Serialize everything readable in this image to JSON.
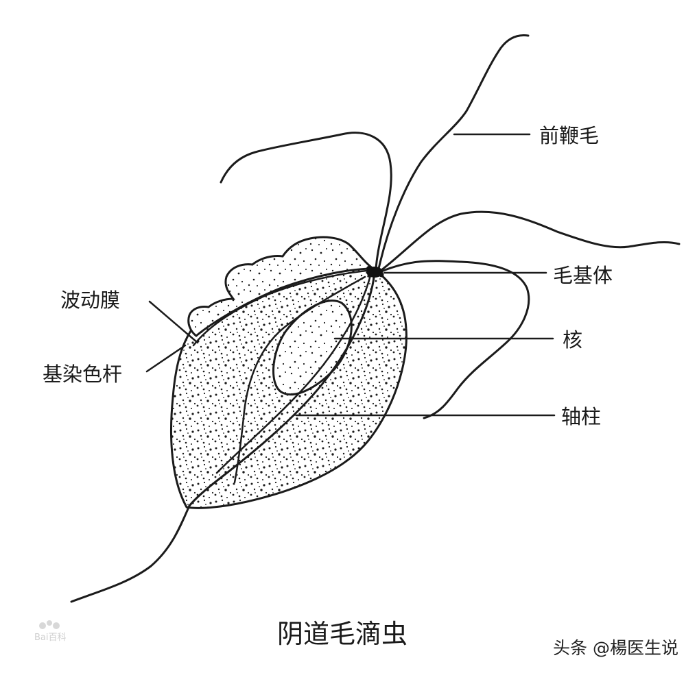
{
  "labels": {
    "anterior_flagella": "前鞭毛",
    "basal_body": "毛基体",
    "undulating_membrane": "波动膜",
    "costa": "基染色杆",
    "nucleus": "核",
    "axostyle": "轴柱"
  },
  "caption": "阴道毛滴虫",
  "watermark": "头条 @楊医生说",
  "colors": {
    "ink": "#1b1b1b",
    "background": "#ffffff"
  }
}
